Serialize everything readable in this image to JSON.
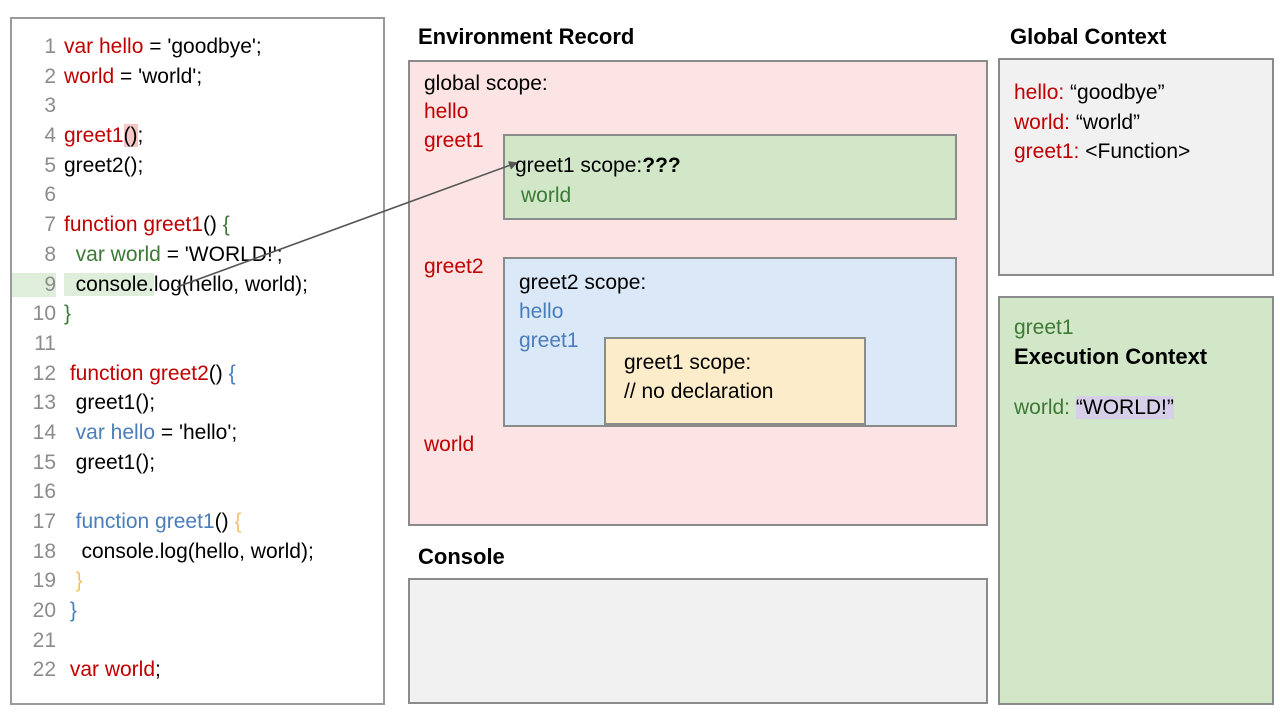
{
  "editor": {
    "panel_name": "code-editor",
    "lines": [
      {
        "num": "1",
        "tokens": [
          {
            "t": "var hello",
            "c": "red"
          },
          {
            "t": " = 'goodbye';",
            "c": "black"
          }
        ]
      },
      {
        "num": "2",
        "tokens": [
          {
            "t": "world",
            "c": "red"
          },
          {
            "t": " = 'world';",
            "c": "black"
          }
        ]
      },
      {
        "num": "3",
        "tokens": []
      },
      {
        "num": "4",
        "tokens": [
          {
            "t": "greet1",
            "c": "red"
          },
          {
            "t": "()",
            "c": "black",
            "hl": "pink"
          },
          {
            "t": ";",
            "c": "black"
          }
        ]
      },
      {
        "num": "5",
        "tokens": [
          {
            "t": "greet2();",
            "c": "black"
          }
        ]
      },
      {
        "num": "6",
        "tokens": []
      },
      {
        "num": "7",
        "tokens": [
          {
            "t": "function greet1",
            "c": "red"
          },
          {
            "t": "() ",
            "c": "black"
          },
          {
            "t": "{",
            "c": "green"
          }
        ]
      },
      {
        "num": "8",
        "tokens": [
          {
            "t": "  var world",
            "c": "green"
          },
          {
            "t": " = 'WORLD!';",
            "c": "black"
          }
        ]
      },
      {
        "num": "9",
        "hl_num": true,
        "tokens": [
          {
            "t": "  console.",
            "c": "black",
            "hl": "green"
          },
          {
            "t": "log(hello, world);",
            "c": "black"
          }
        ]
      },
      {
        "num": "10",
        "tokens": [
          {
            "t": "}",
            "c": "green"
          }
        ]
      },
      {
        "num": "11",
        "tokens": []
      },
      {
        "num": "12",
        "tokens": [
          {
            "t": " function greet2",
            "c": "red"
          },
          {
            "t": "() ",
            "c": "black"
          },
          {
            "t": "{",
            "c": "blue"
          }
        ]
      },
      {
        "num": "13",
        "tokens": [
          {
            "t": "  greet1();",
            "c": "black"
          }
        ]
      },
      {
        "num": "14",
        "tokens": [
          {
            "t": "  var hello",
            "c": "blue"
          },
          {
            "t": " = 'hello';",
            "c": "black"
          }
        ]
      },
      {
        "num": "15",
        "tokens": [
          {
            "t": "  greet1();",
            "c": "black"
          }
        ]
      },
      {
        "num": "16",
        "tokens": []
      },
      {
        "num": "17",
        "tokens": [
          {
            "t": "  function greet1",
            "c": "blue"
          },
          {
            "t": "() ",
            "c": "black"
          },
          {
            "t": "{",
            "c": "orange"
          }
        ]
      },
      {
        "num": "18",
        "tokens": [
          {
            "t": "   console.log(hello, world);",
            "c": "black"
          }
        ]
      },
      {
        "num": "19",
        "tokens": [
          {
            "t": "  }",
            "c": "orange"
          }
        ]
      },
      {
        "num": "20",
        "tokens": [
          {
            "t": " }",
            "c": "blue"
          }
        ]
      },
      {
        "num": "21",
        "tokens": []
      },
      {
        "num": "22",
        "tokens": [
          {
            "t": " var world",
            "c": "red"
          },
          {
            "t": ";",
            "c": "black"
          }
        ]
      }
    ]
  },
  "environment_record": {
    "title": "Environment Record",
    "global_scope_label": "global scope:",
    "global_bindings": [
      "hello",
      "greet1",
      "greet2",
      "world"
    ],
    "greet1_scope": {
      "label": "greet1 scope:",
      "unknown_marker": "???",
      "bindings": [
        "world"
      ]
    },
    "greet2_scope": {
      "label": "greet2 scope:",
      "bindings": [
        "hello",
        "greet1"
      ]
    },
    "greet1_inner_scope": {
      "label": "greet1 scope:",
      "comment": "// no declaration"
    }
  },
  "console": {
    "title": "Console",
    "output": ""
  },
  "global_context": {
    "title": "Global Context",
    "entries": [
      {
        "key": "hello:",
        "value": "“goodbye”"
      },
      {
        "key": "world:",
        "value": "“world”"
      },
      {
        "key": "greet1:",
        "value": "<Function>"
      }
    ]
  },
  "execution_context": {
    "function_name": "greet1",
    "title": "Execution Context",
    "entries": [
      {
        "key": "world:",
        "value": "“WORLD!”"
      }
    ]
  },
  "colors": {
    "red": "#c00000",
    "green": "#3c7a35",
    "blue": "#4a7ebb",
    "orange": "#f2c26b",
    "env_bg": "#fce4e4",
    "greet1_scope_bg": "#d2e7c8",
    "greet2_scope_bg": "#dbe8f8",
    "inner_scope_bg": "#fcecc9",
    "console_bg": "#f1f1f1",
    "global_ctx_bg": "#f1f1f1",
    "exec_ctx_bg": "#d2e7c8",
    "value_highlight": "#d7cfe8",
    "call_highlight": "#f5c6c6",
    "line_highlight": "#dfeeda",
    "border": "#8b8b8b"
  }
}
